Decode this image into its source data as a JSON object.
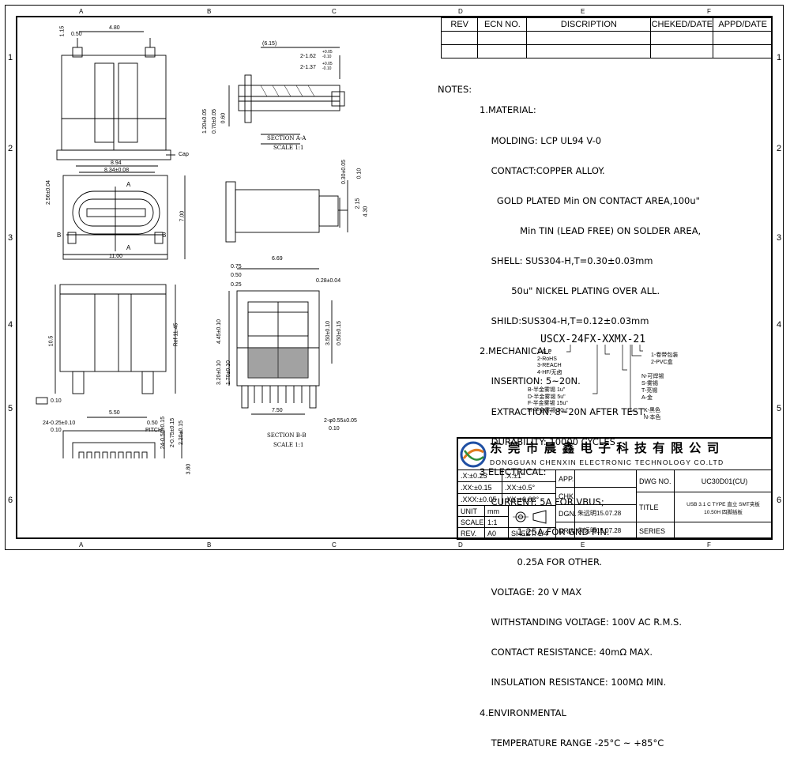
{
  "border": {
    "cols_top": [
      "A",
      "B",
      "C",
      "D",
      "E",
      "F"
    ],
    "cols_bottom": [
      "A",
      "B",
      "C",
      "D",
      "E",
      "F"
    ],
    "rows": [
      "1",
      "2",
      "3",
      "4",
      "5",
      "6"
    ]
  },
  "revision_table": {
    "headers": [
      "REV",
      "ECN NO.",
      "DISCRIPTION",
      "CHEKED/DATE",
      "APPD/DATE"
    ]
  },
  "notes": {
    "label": "NOTES:",
    "lines": [
      "1.MATERIAL:",
      "    MOLDING: LCP UL94 V-0",
      "    CONTACT:COPPER ALLOY.",
      "      GOLD PLATED Min ON CONTACT AREA,100u\"",
      "              Min TIN (LEAD FREE) ON SOLDER AREA,",
      "    SHELL: SUS304-H,T=0.30±0.03mm",
      "           50u\" NICKEL PLATING OVER ALL.",
      "    SHILD:SUS304-H,T=0.12±0.03mm",
      "2.MECHANICAL:",
      "    INSERTION: 5~20N.",
      "    EXTRACTION: 8~20N AFTER TEST.",
      "    DURABILITY: 10000 CYCLES",
      "3.ELECTRICAL:",
      "    CURRENT: 5A FOR VBUS;",
      "             1.25A FOR GND PIN.",
      "             0.25A FOR OTHER.",
      "    VOLTAGE: 20 V MAX",
      "    WITHSTANDING VOLTAGE: 100V AC R.M.S.",
      "    CONTACT RESISTANCE: 40mΩ MAX.",
      "    INSULATION RESISTANCE: 100MΩ MIN.",
      "4.ENVIRONMENTAL",
      "    TEMPERATURE RANGE -25°C ~ +85°C"
    ]
  },
  "part_code": {
    "code": "USCX-24FX-XXMX-21",
    "left_options": [
      "1-G.P",
      "2-RoHS",
      "3-REACH",
      "4-HF/无卤"
    ],
    "plating_options": [
      "B-半金雾锡 1u\"",
      "D-半金雾锡 5u\"",
      "F-半金雾锡 15u\"",
      "H-半金雾锡 30u\""
    ],
    "pack_options": [
      "1-卷带包装",
      "2-PVC盒"
    ],
    "finish_options": [
      "N-可焊锡",
      "S-雾锡",
      "T-亮锡",
      "A-金"
    ],
    "color_options": [
      "K-黑色",
      "N-本色"
    ]
  },
  "drawing": {
    "top_dims": [
      "4.80",
      "1.15",
      "0.50",
      "Cap"
    ],
    "front_dims": [
      "8.94",
      "8.34±0.08",
      "2.56±0.04",
      "A",
      "A",
      "B",
      "B",
      "7.00",
      "11.00"
    ],
    "side_dims": [
      "10.5",
      "Ref 11.45",
      "0.10"
    ],
    "footprint_dims": [
      "5.50",
      "24-0.25±0.10",
      "0.10",
      "0.50",
      "PITCH",
      "24-0.50±0.15",
      "2-0.75±0.15",
      "2.20±0.15",
      "3.80"
    ],
    "section_a_dims": [
      "(6.15)",
      "2-1.62",
      "2-1.37",
      "1.20±0.05",
      "0.70±0.05",
      "0.60"
    ],
    "section_a_tol": [
      "+0.05",
      "-0.10",
      "+0.05",
      "-0.10"
    ],
    "section_a_label": "SECTION A-A",
    "section_a_scale": "SCALE 1:1",
    "side2_dims": [
      "0.30±0.05",
      "0.10",
      "2.15",
      "4.30"
    ],
    "section_b_dims": [
      "6.69",
      "0.75",
      "0.50",
      "0.25",
      "0.28±0.04",
      "4.45±0.10",
      "3.50±0.10",
      "0.50±0.15",
      "3.20±0.10",
      "1.70±0.10",
      "7.50",
      "2-φ0.55±0.05",
      "0.10"
    ],
    "section_b_label": "SECTION B-B",
    "section_b_scale": "SCALE 1:1"
  },
  "title_block": {
    "company_cn": "东 莞 市 晨 鑫 电 子 科 技 有 限 公 司",
    "company_en": "DONGGUAN CHENXIN ELECTRONIC TECHNOLOGY CO.LTD",
    "tol1": [
      ".X:±0.25",
      ".X:±1°"
    ],
    "tol2": [
      ".XX:±0.15",
      ".XX:±0.5°"
    ],
    "tol3": [
      ".XXX:±0.05",
      ".XX:±0.02°"
    ],
    "unit_label": "UNIT",
    "unit_value": "mm",
    "scale_label": "SCALE",
    "scale_value": "1:1",
    "rev_label": "REV.",
    "rev_value": "A0",
    "sheet": "SHEET: 1/4",
    "app": "APP.",
    "chk": "CHK.",
    "dgn": "DGN.",
    "drw": "DRW.",
    "dgn_value": "朱远明15.07.28",
    "drw_value": "朱远明15.07.28",
    "dwg_no_label": "DWG NO.",
    "dwg_no_value": "UC30D01(CU)",
    "title_label": "TITLE",
    "title_value_1": "USB 3.1 C TYPE 直立 SMT夹板",
    "title_value_2": "10.50H 四脚插板",
    "series_label": "SERIES"
  }
}
